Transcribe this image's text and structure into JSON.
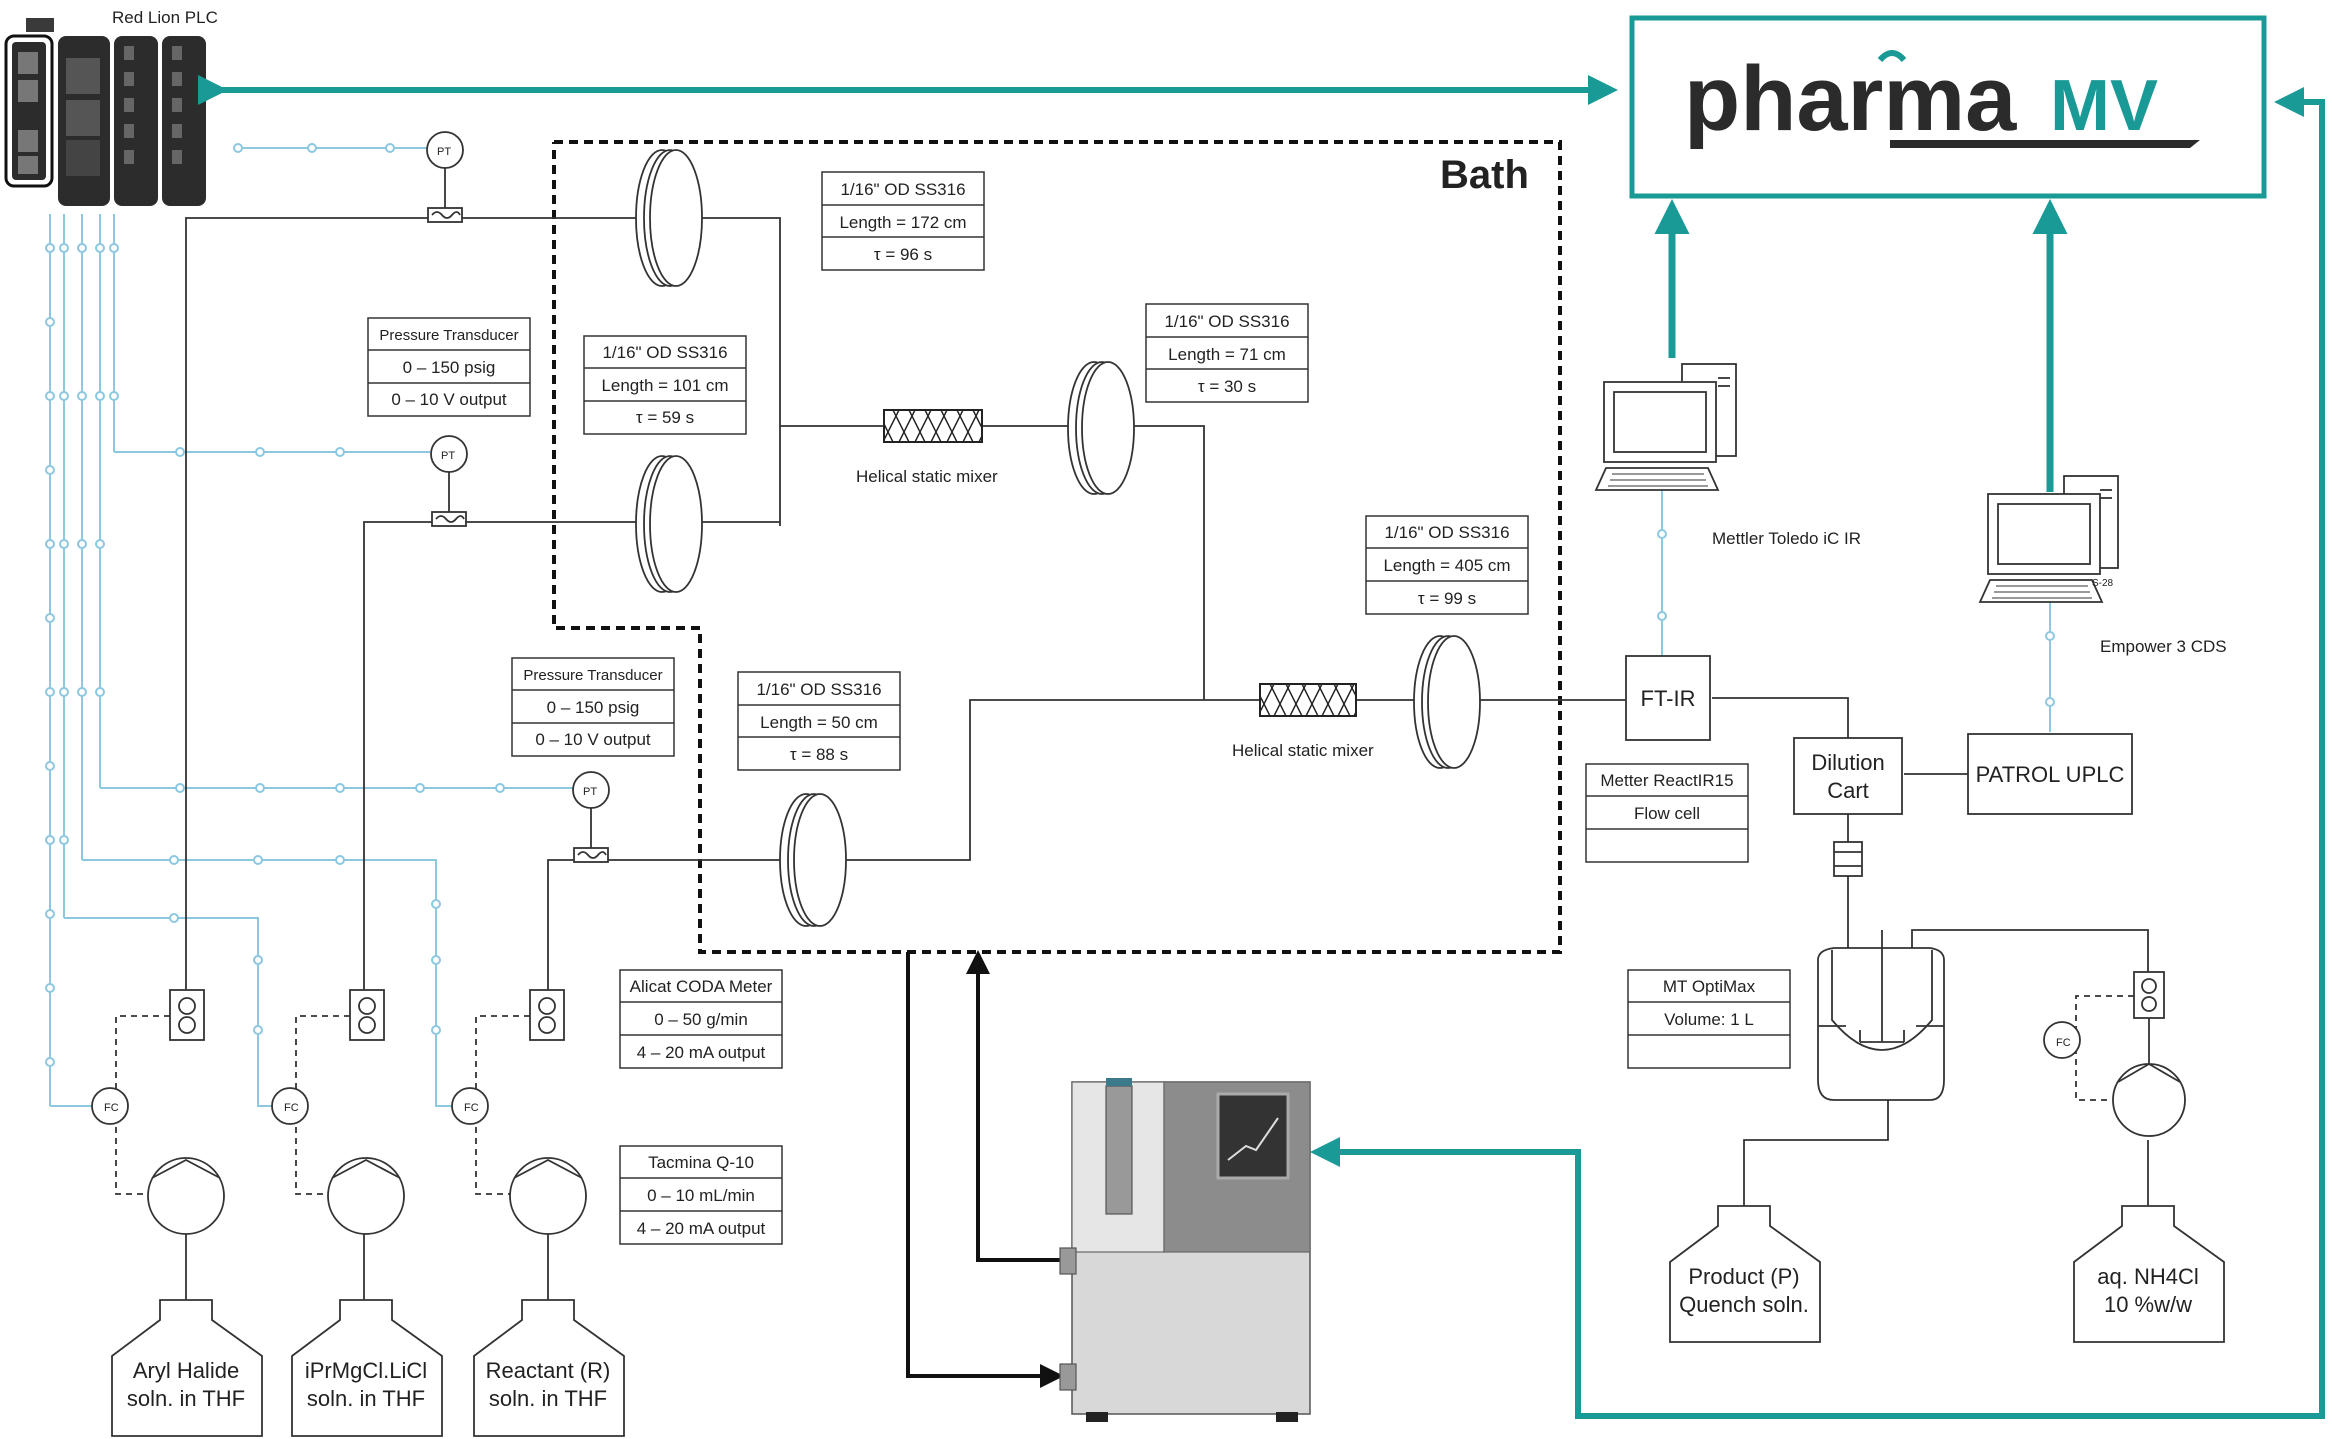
{
  "colors": {
    "teal": "#1a9a96",
    "signal": "#8cc8e0",
    "line": "#333333",
    "dark_gray": "#3a3a3a"
  },
  "plc": {
    "label": "Red Lion PLC"
  },
  "bath": {
    "label": "Bath"
  },
  "logo": {
    "part1": "pharma",
    "part2": "MV"
  },
  "tubes": [
    {
      "od": "1/16\" OD SS316",
      "length": "Length = 172 cm",
      "tau": "τ = 96 s"
    },
    {
      "od": "1/16\" OD SS316",
      "length": "Length = 101 cm",
      "tau": "τ = 59 s"
    },
    {
      "od": "1/16\" OD SS316",
      "length": "Length = 71 cm",
      "tau": "τ = 30 s"
    },
    {
      "od": "1/16\" OD SS316",
      "length": "Length = 405 cm",
      "tau": "τ = 99 s"
    },
    {
      "od": "1/16\" OD SS316",
      "length": "Length = 50 cm",
      "tau": "τ = 88 s"
    }
  ],
  "pressure_transducers": [
    {
      "name": "Pressure Transducer",
      "range": "0 – 150 psig",
      "output": "0 – 10 V output"
    },
    {
      "name": "Pressure Transducer",
      "range": "0 – 150 psig",
      "output": "0 – 10 V output"
    }
  ],
  "pt_tag": "PT",
  "fc_tag": "FC",
  "mixers": [
    {
      "label": "Helical static mixer"
    },
    {
      "label": "Helical static mixer"
    }
  ],
  "alicat": {
    "name": "Alicat CODA Meter",
    "range": "0 – 50 g/min",
    "output": "4 – 20 mA output"
  },
  "tacmina": {
    "name": "Tacmina Q-10",
    "range": "0 – 10 mL/min",
    "output": "4 – 20 mA output"
  },
  "reactir": {
    "name": "Metter ReactIR15",
    "cell": "Flow cell"
  },
  "optimax": {
    "name": "MT OptiMax",
    "volume": "Volume: 1 L"
  },
  "equipment": {
    "ftir": "FT-IR",
    "dilution_line1": "Dilution",
    "dilution_line2": "Cart",
    "uplc": "PATROL UPLC",
    "mettler_label": "Mettler Toledo iC IR",
    "empower_label": "Empower 3 CDS",
    "pc_tag": "S-28"
  },
  "bottles": [
    {
      "line1": "Aryl Halide",
      "line2": "soln. in THF"
    },
    {
      "line1": "iPrMgCl.LiCl",
      "line2": "soln. in THF"
    },
    {
      "line1": "Reactant (R)",
      "line2": "soln. in THF"
    },
    {
      "line1": "Product (P)",
      "line2": "Quench soln."
    },
    {
      "line1": "aq. NH4Cl",
      "line2": "10 %w/w"
    }
  ]
}
